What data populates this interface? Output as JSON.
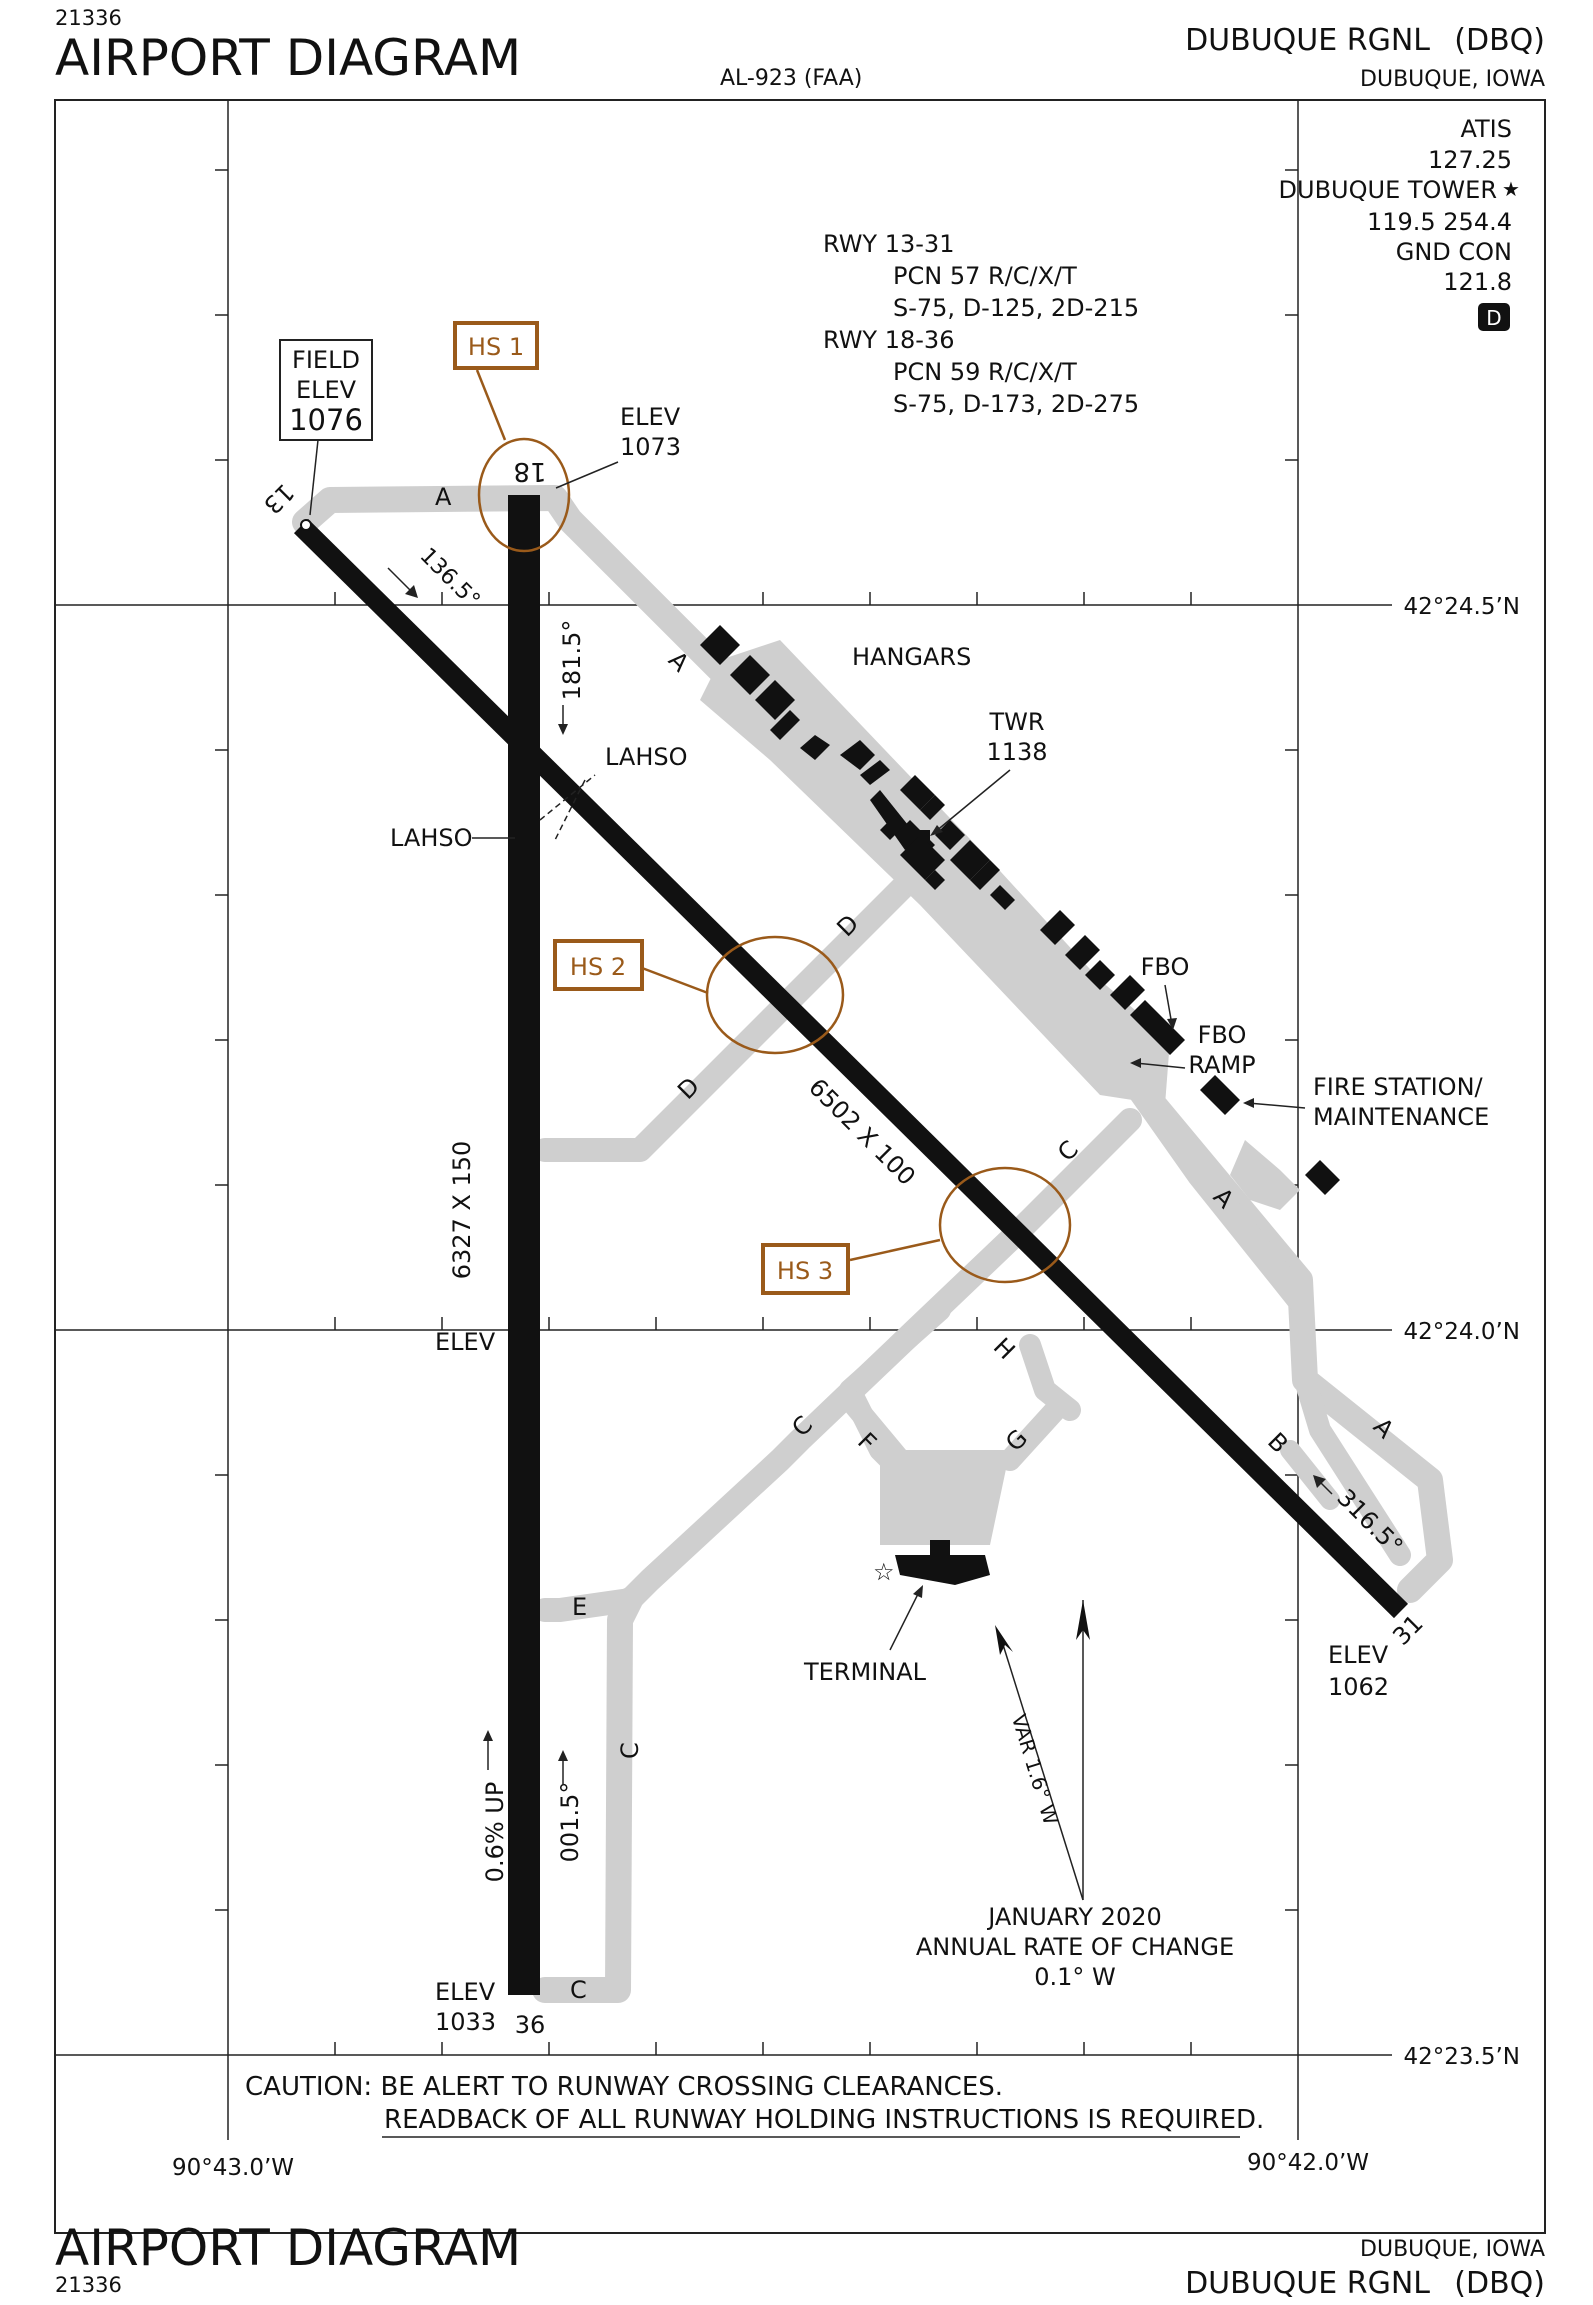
{
  "header": {
    "procedure_number": "21336",
    "title": "AIRPORT DIAGRAM",
    "chart_id": "AL-923 (FAA)",
    "airport_name": "DUBUQUE RGNL",
    "airport_id": "(DBQ)",
    "city_state": "DUBUQUE, IOWA"
  },
  "footer": {
    "procedure_number": "21336",
    "title": "AIRPORT DIAGRAM",
    "airport_name": "DUBUQUE RGNL",
    "airport_id": "(DBQ)",
    "city_state": "DUBUQUE, IOWA"
  },
  "comms": {
    "atis_label": "ATIS",
    "atis_freq": "127.25",
    "tower_label": "DUBUQUE TOWER",
    "tower_freq": "119.5  254.4",
    "gnd_label": "GND CON",
    "gnd_freq": "121.8",
    "d_symbol": "D"
  },
  "runway_info": {
    "rwy1_label": "RWY 13-31",
    "rwy1_pcn": "PCN 57 R/C/X/T",
    "rwy1_weights": "S-75, D-125, 2D-215",
    "rwy2_label": "RWY 18-36",
    "rwy2_pcn": "PCN 59 R/C/X/T",
    "rwy2_weights": "S-75, D-173, 2D-275"
  },
  "field_elev": {
    "line1": "FIELD",
    "line2": "ELEV",
    "value": "1076"
  },
  "hot_spots": [
    "HS 1",
    "HS 2",
    "HS 3"
  ],
  "labels": {
    "elev_word": "ELEV",
    "elev_18": "1073",
    "elev_36": "1033",
    "elev_31": "1062",
    "rwy_13": "13",
    "rwy_18": "18",
    "rwy_31": "31",
    "rwy_36": "36",
    "hdg_13": "136.5°",
    "hdg_18": "181.5°",
    "hdg_31": "316.5°",
    "hdg_36": "001.5°",
    "dims_18_36": "6327 X 150",
    "dims_13_31": "6502 X 100",
    "gradient": "0.6% UP",
    "lahso": "LAHSO",
    "hangars": "HANGARS",
    "twr": "TWR",
    "twr_elev": "1138",
    "fbo": "FBO",
    "fbo_ramp_1": "FBO",
    "fbo_ramp_2": "RAMP",
    "fire_1": "FIRE STATION/",
    "fire_2": "MAINTENANCE",
    "terminal": "TERMINAL",
    "var": "VAR 1.6° W",
    "change_1": "JANUARY 2020",
    "change_2": "ANNUAL RATE OF CHANGE",
    "change_3": "0.1° W"
  },
  "taxiways": {
    "a": "A",
    "b": "B",
    "c": "C",
    "d": "D",
    "e": "E",
    "f": "F",
    "g": "G",
    "h": "H"
  },
  "coordinates": {
    "lat1": "42°24.5’N",
    "lat2": "42°24.0’N",
    "lat3": "42°23.5’N",
    "lon1": "90°43.0’W",
    "lon2": "90°42.0’W"
  },
  "caution": {
    "line1": "CAUTION:  BE ALERT TO RUNWAY CROSSING CLEARANCES.",
    "line2": "READBACK OF ALL RUNWAY HOLDING INSTRUCTIONS IS REQUIRED."
  },
  "colors": {
    "runway": "#111111",
    "taxiway": "#cfcfcf",
    "hot_spot": "#9a5a1a",
    "frame": "#222222"
  }
}
